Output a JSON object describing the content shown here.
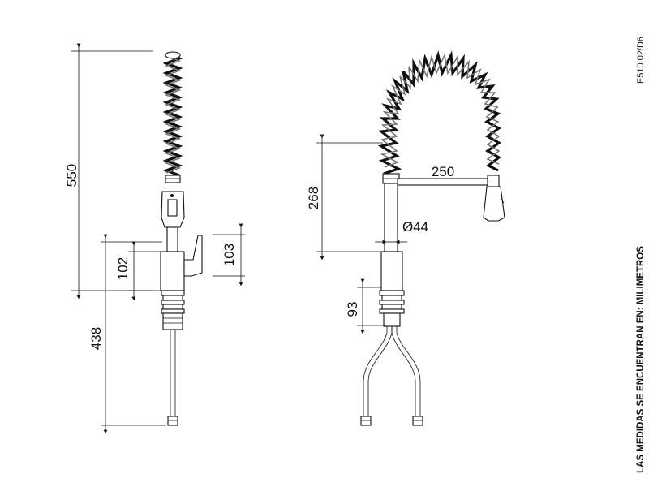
{
  "drawing_code": "E510.02/D6",
  "units_note": "LAS MEDIDAS SE ENCUENTRAN EN: MILIMETROS",
  "left_view": {
    "dim_total_height": "550",
    "dim_lower_hose": "438",
    "dim_lever_body": "102",
    "dim_lever": "103"
  },
  "right_view": {
    "dim_spout_height": "268",
    "dim_spout_reach": "250",
    "dim_diameter": "Ø44",
    "dim_base": "93"
  }
}
